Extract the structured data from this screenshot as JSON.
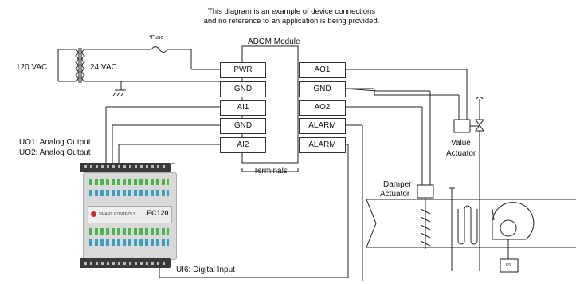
{
  "note": {
    "line1": "This diagram is an example  of device connections",
    "line2": "and no reference to an application is being provided."
  },
  "module": {
    "title": "ADOM Module",
    "terminals_label": "Terminals",
    "left_terminals": [
      "PWR",
      "GND",
      "AI1",
      "GND",
      "AI2"
    ],
    "right_terminals": [
      "AO1",
      "GND",
      "AO2",
      "ALARM",
      "ALARM"
    ]
  },
  "power": {
    "primary": "120 VAC",
    "secondary": "24 VAC",
    "fuse": "*Fuse"
  },
  "controller": {
    "uo1": "UO1: Analog Output",
    "uo2": "UO2: Analog Output",
    "ui6": "UI6: Digital Input",
    "brand": "SMART CONTROLS",
    "model": "EC120"
  },
  "equipment": {
    "valve_actuator_line1": "Value",
    "valve_actuator_line2": "Actuator",
    "damper_actuator_line1": "Damper",
    "damper_actuator_line2": "Actuator",
    "fan_switch": "FS"
  }
}
